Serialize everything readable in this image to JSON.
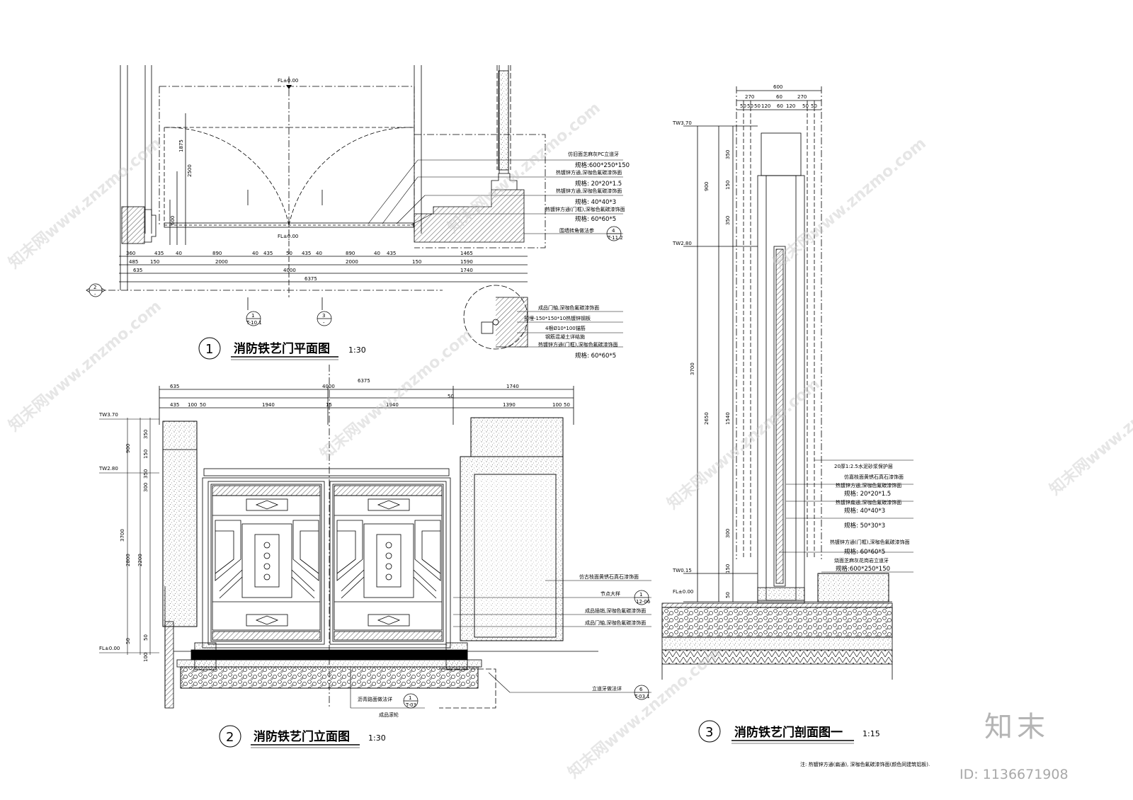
{
  "drawings": {
    "plan": {
      "num": "1",
      "title": "消防铁艺门平面图",
      "scale": "1:30",
      "fl_top": "FL±0.00",
      "fl_mid": "FL±0.00",
      "h_dims": [
        "1875",
        "2500",
        "600"
      ],
      "dims_row1": [
        "360",
        "435",
        "40",
        "890",
        "40",
        "435",
        "50",
        "435",
        "40",
        "890",
        "40",
        "435",
        "1465"
      ],
      "dims_row2": [
        "485",
        "150",
        "2000",
        "2000",
        "150",
        "1590"
      ],
      "dims_row3": [
        "635",
        "4000",
        "1740"
      ],
      "dims_row4": "6375",
      "callouts": [
        {
          "a": "仿旧面芝麻灰PC立道牙",
          "b": "规格:600*250*150"
        },
        {
          "a": "热镀锌方通,深咖色氟碳漆饰面",
          "b": "规格: 20*20*1.5"
        },
        {
          "a": "热镀锌方通,深咖色氟碳漆饰面",
          "b": "规格: 40*40*3"
        },
        {
          "a": "热镀锌方通(门框),深咖色氟碳漆饰面",
          "b": "规格: 60*60*5"
        },
        {
          "a": "围墙转角做法参",
          "b": ""
        }
      ],
      "ref_plan": {
        "top": "4",
        "bottom": "T-11.2"
      },
      "sec_marks": [
        {
          "top": "1",
          "bottom": "T-10.1"
        },
        {
          "top": "3",
          "bottom": "-"
        },
        {
          "top": "2",
          "bottom": "-"
        }
      ],
      "detail_notes": [
        "成品门轴,深咖色氟碳漆饰面",
        "预埋-150*150*10热镀锌钢板",
        "4根Ø10*100锚筋",
        "钢筋混凝土详结施",
        "热镀锌方通(门框),深咖色氟碳漆饰面",
        "规格: 60*60*5"
      ]
    },
    "elevation": {
      "num": "2",
      "title": "消防铁艺门立面图",
      "scale": "1:30",
      "levels": [
        "TW3.70",
        "TW2.80",
        "FL±0.00"
      ],
      "top_dims": [
        "635",
        "4000",
        "6375",
        "1740"
      ],
      "sub_dims": [
        "435",
        "100",
        "50",
        "1940",
        "15",
        "1940",
        "50",
        "1390",
        "100",
        "50"
      ],
      "left_dims": [
        "350",
        "150",
        "900",
        "350",
        "300",
        "3700",
        "2800",
        "2200",
        "50",
        "100",
        "50"
      ],
      "callouts": [
        {
          "a": "仿古枝面黄锈石真石漆饰面"
        },
        {
          "a": "节点大样"
        },
        {
          "a": "成品插销,深咖色氟碳漆饰面"
        },
        {
          "a": "成品门轴,深咖色氟碳漆饰面"
        },
        {
          "a": "立道牙做法详"
        },
        {
          "a": "沥青路面做法详"
        },
        {
          "a": "成品滚轮"
        }
      ],
      "refs": [
        {
          "top": "1",
          "bottom": "12-06"
        },
        {
          "top": "6",
          "bottom": "T-03.1"
        },
        {
          "top": "1",
          "bottom": "T-03"
        }
      ]
    },
    "section": {
      "num": "3",
      "title": "消防铁艺门剖面图一",
      "scale": "1:15",
      "levels": [
        "TW3.70",
        "TW2.80",
        "TW0.15",
        "FL±0.00"
      ],
      "top_dims": [
        "600",
        "270",
        "60",
        "270",
        "50",
        "50",
        "50",
        "120",
        "60",
        "120",
        "50",
        "50"
      ],
      "v_dims": [
        "350",
        "150",
        "900",
        "350",
        "3700",
        "2650",
        "1540",
        "300",
        "150",
        "50"
      ],
      "callouts": [
        {
          "a": "20厚1:2.5水泥砂浆保护层"
        },
        {
          "a": "仿嘉枝面黄锈石真石漆饰面"
        },
        {
          "a": "热镀锌方通,深咖色氟碳漆饰面",
          "b": "规格: 20*20*1.5"
        },
        {
          "a": "热镀锌扁通,深咖色氟碳漆饰面",
          "b": "规格: 40*40*3"
        },
        {
          "a": "",
          "b": "规格: 50*30*3"
        },
        {
          "a": "热镀锌方通(门框),深咖色氟碳漆饰面",
          "b": "规格: 60*60*5"
        },
        {
          "a": "烧面芝麻灰花岗岩立道牙",
          "b": "规格:600*250*150"
        }
      ]
    }
  },
  "note": "注: 热镀锌方通(扁通), 深咖色氟碳漆饰面(颜色同建筑铝板).",
  "watermark": {
    "text": "知末网www.znzmo.com",
    "brand": "知末",
    "id": "ID: 1136671908"
  },
  "colors": {
    "line": "#000000",
    "watermark": "#c8c8c8"
  }
}
